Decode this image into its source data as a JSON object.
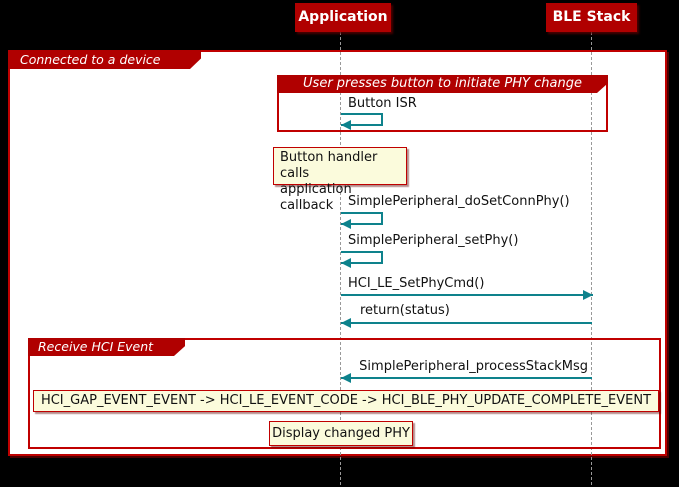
{
  "participants": [
    {
      "label": "Application"
    },
    {
      "label": "BLE Stack"
    }
  ],
  "frames": {
    "outer": {
      "label": "Connected to a device"
    },
    "button": {
      "label": "User presses button to initiate PHY change"
    },
    "hci": {
      "label": "Receive HCI Event"
    }
  },
  "messages": {
    "button_isr": {
      "label": "Button ISR",
      "type": "self"
    },
    "do_set_conn_phy": {
      "label": "SimplePeripheral_doSetConnPhy()",
      "type": "self"
    },
    "set_phy": {
      "label": "SimplePeripheral_setPhy()",
      "type": "self"
    },
    "hci_le_set_phy_cmd": {
      "label": "HCI_LE_SetPhyCmd()",
      "type": "app-to-stack"
    },
    "return_status": {
      "label": "return(status)",
      "type": "stack-to-app"
    },
    "process_stack_msg": {
      "label": "SimplePeripheral_processStackMsg",
      "type": "stack-to-app"
    }
  },
  "notes": {
    "button_handler": {
      "lines": [
        "Button handler calls",
        "application callback"
      ]
    },
    "event_chain": {
      "text": "HCI_GAP_EVENT_EVENT -> HCI_LE_EVENT_CODE -> HCI_BLE_PHY_UPDATE_COMPLETE_EVENT"
    },
    "display_phy": {
      "text": "Display changed PHY"
    }
  },
  "colors": {
    "red_fill": "#B00000",
    "red_border": "#C00000",
    "teal": "#0E828C",
    "note_bg": "#FBFBDC",
    "lifeline": "#999999"
  }
}
